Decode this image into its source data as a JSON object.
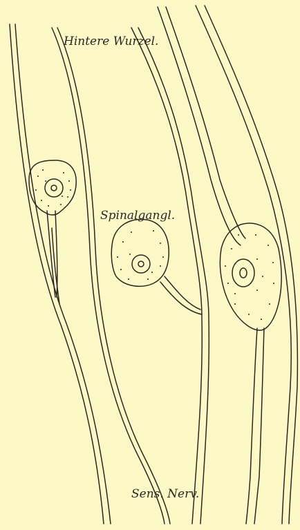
{
  "labels": {
    "top": "Hintere Wurzel.",
    "middle": "Spinalgangl.",
    "bottom": "Sens. Nerv."
  },
  "colors": {
    "background": "#fdf9c6",
    "ink": "#2a2620"
  }
}
